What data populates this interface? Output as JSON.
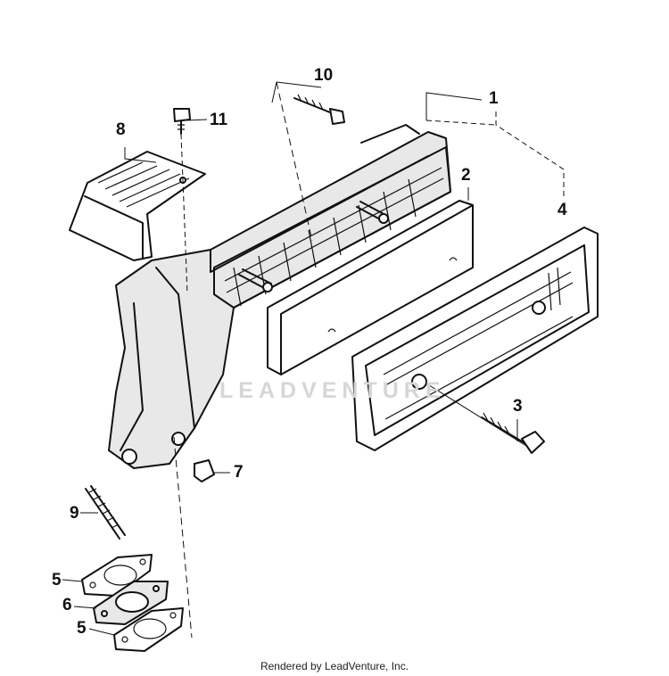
{
  "callouts": [
    "1",
    "2",
    "3",
    "4",
    "5",
    "6",
    "5",
    "7",
    "8",
    "9",
    "10",
    "11"
  ],
  "watermark": "LEADVENTURE",
  "credit": "Rendered by LeadVenture, Inc.",
  "colors": {
    "ink": "#111111",
    "watermark": "#d6d6d6"
  }
}
